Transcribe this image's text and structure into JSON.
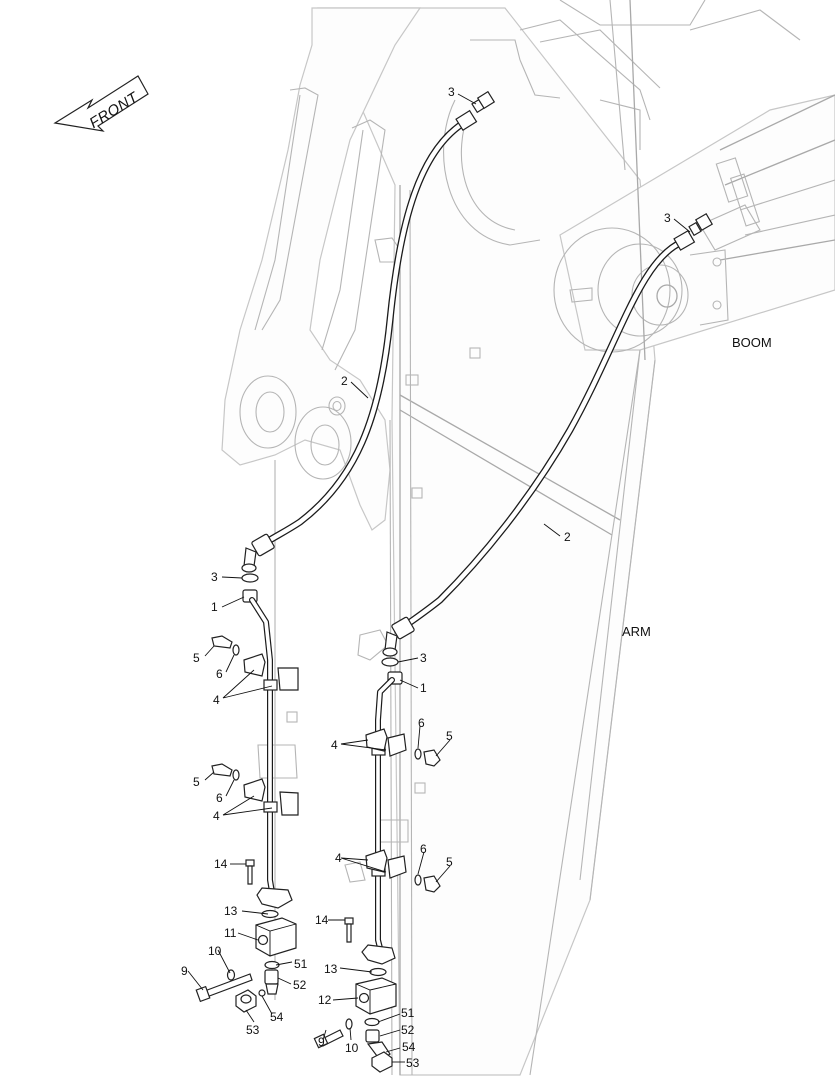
{
  "direction_label": "FRONT",
  "regions": {
    "boom": "BOOM",
    "arm": "ARM"
  },
  "callouts": {
    "top_left_3": "3",
    "top_right_3": "3",
    "hose_left_2": "2",
    "hose_right_2": "2",
    "l_3": "3",
    "l_1": "1",
    "l_5a": "5",
    "l_6a": "6",
    "l_4a": "4",
    "l_5b": "5",
    "l_6b": "6",
    "l_4b": "4",
    "l_14": "14",
    "l_13": "13",
    "l_11": "11",
    "l_10": "10",
    "l_9": "9",
    "l_51": "51",
    "l_52": "52",
    "l_53": "53",
    "l_54": "54",
    "r_3": "3",
    "r_1": "1",
    "r_6a": "6",
    "r_5a": "5",
    "r_4a": "4",
    "r_4b": "4",
    "r_6b": "6",
    "r_5b": "5",
    "r_14": "14",
    "r_13": "13",
    "r_12": "12",
    "r_51": "51",
    "r_52": "52",
    "r_9": "9",
    "r_10": "10",
    "r_54": "54",
    "r_53": "53"
  }
}
